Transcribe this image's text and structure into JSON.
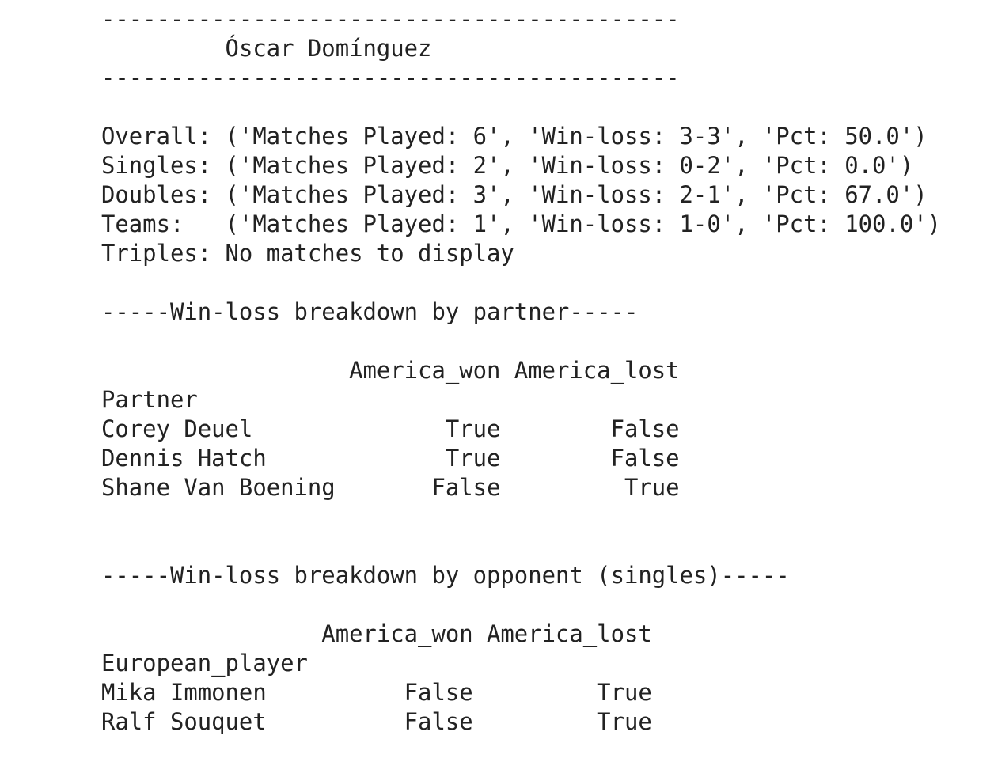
{
  "header": {
    "rule_top": "------------------------------------------",
    "player_name": "Óscar Domínguez",
    "rule_bottom": "------------------------------------------"
  },
  "stats": {
    "overall": "Overall: ('Matches Played: 6', 'Win-loss: 3-3', 'Pct: 50.0')",
    "singles": "Singles: ('Matches Played: 2', 'Win-loss: 0-2', 'Pct: 0.0')",
    "doubles": "Doubles: ('Matches Played: 3', 'Win-loss: 2-1', 'Pct: 67.0')",
    "teams": "Teams:   ('Matches Played: 1', 'Win-loss: 1-0', 'Pct: 100.0')",
    "triples": "Triples: No matches to display"
  },
  "partner_section": {
    "heading": "-----Win-loss breakdown by partner-----",
    "columns": [
      "America_won",
      "America_lost"
    ],
    "index_name": "Partner",
    "rows": [
      {
        "name": "Corey Deuel",
        "won": "True",
        "lost": "False"
      },
      {
        "name": "Dennis Hatch",
        "won": "True",
        "lost": "False"
      },
      {
        "name": "Shane Van Boening",
        "won": "False",
        "lost": "True"
      }
    ]
  },
  "opponent_section": {
    "heading": "-----Win-loss breakdown by opponent (singles)-----",
    "columns": [
      "America_won",
      "America_lost"
    ],
    "index_name": "European_player",
    "rows": [
      {
        "name": "Mika Immonen",
        "won": "False",
        "lost": "True"
      },
      {
        "name": "Ralf Souquet",
        "won": "False",
        "lost": "True"
      }
    ]
  }
}
